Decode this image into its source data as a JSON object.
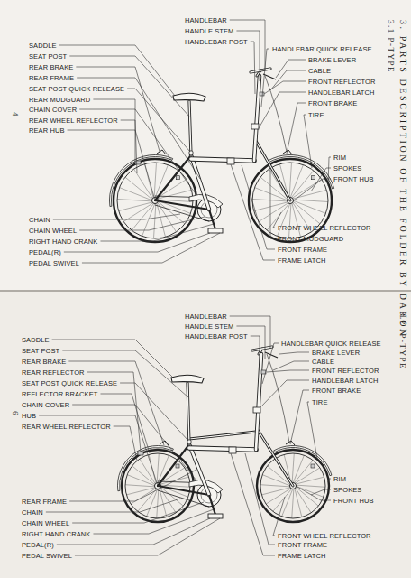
{
  "diagram": {
    "title": "3. PARTS DESCRIPTION OF THE FOLDER BY DAHON",
    "labels": [
      "3.1 P-TYPE",
      "4",
      "HANDLEBAR",
      "HANDLE STEM",
      "HANDLEBAR POST",
      "HANDLEBAR QUICK RELEASE",
      "BRAKE LEVER",
      "CABLE",
      "FRONT REFLECTOR",
      "HANDLEBAR LATCH",
      "FRONT BRAKE",
      "TIRE",
      "SADDLE",
      "SEAT POST",
      "REAR BRAKE",
      "REAR FRAME",
      "SEAT POST QUICK RELEASE",
      "REAR MUDGUARD",
      "CHAIN COVER",
      "REAR WHEEL REFLECTOR",
      "REAR HUB",
      "RIM",
      "SPOKES",
      "FRONT HUB",
      "CHAIN",
      "CHAIN WHEEL",
      "RIGHT HAND CRANK",
      "PEDAL(R)",
      "PEDAL SWIVEL",
      "FRONT WHEEL REFLECTOR",
      "FRONT MUDGUARD",
      "FRONT FRAME",
      "FRAME LATCH",
      "3.2 JP-TYPE",
      "6",
      "HANDLEBAR",
      "HANDLE STEM",
      "HANDLEBAR POST",
      "HANDLEBAR QUICK RELEASE",
      "BRAKE LEVER",
      "CABLE",
      "FRONT REFLECTOR",
      "HANDLEBAR LATCH",
      "FRONT BRAKE",
      "TIRE",
      "SADDLE",
      "SEAT POST",
      "REAR BRAKE",
      "REAR REFLECTOR",
      "SEAT POST QUICK RELEASE",
      "REFLECTOR BRACKET",
      "CHAIN COVER",
      "HUB",
      "REAR WHEEL REFLECTOR",
      "RIM",
      "SPOKES",
      "FRONT HUB",
      "REAR FRAME",
      "CHAIN",
      "CHAIN WHEEL",
      "RIGHT HAND CRANK",
      "PEDAL(R)",
      "PEDAL SWIVEL",
      "FRONT WHEEL REFLECTOR",
      "FRONT FRAME",
      "FRAME LATCH"
    ]
  }
}
